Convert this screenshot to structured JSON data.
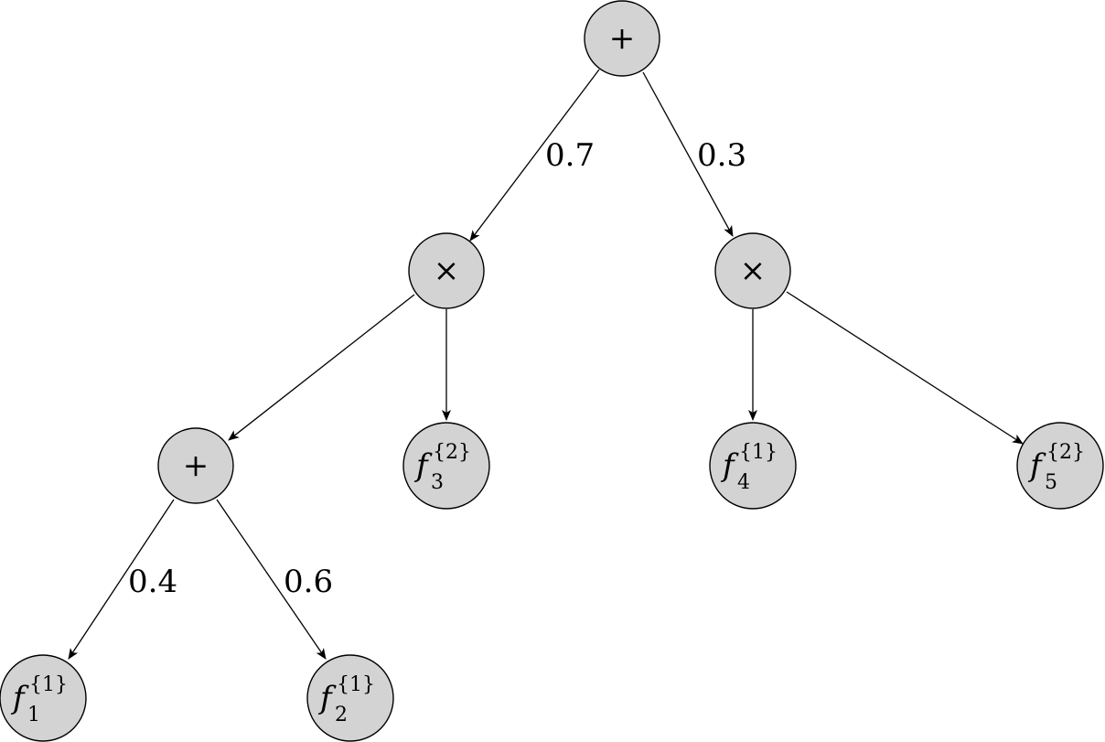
{
  "nodes": {
    "root": {
      "kind": "op",
      "symbol": "+"
    },
    "mul_l": {
      "kind": "op",
      "symbol": "×"
    },
    "mul_r": {
      "kind": "op",
      "symbol": "×"
    },
    "sum_l": {
      "kind": "op",
      "symbol": "+"
    },
    "f3": {
      "kind": "leaf",
      "base": "f",
      "sub": "3",
      "sup": "{2}"
    },
    "f4": {
      "kind": "leaf",
      "base": "f",
      "sub": "4",
      "sup": "{1}"
    },
    "f5": {
      "kind": "leaf",
      "base": "f",
      "sub": "5",
      "sup": "{2}"
    },
    "f1": {
      "kind": "leaf",
      "base": "f",
      "sub": "1",
      "sup": "{1}"
    },
    "f2": {
      "kind": "leaf",
      "base": "f",
      "sub": "2",
      "sup": "{1}"
    }
  },
  "edges": [
    {
      "from": "root",
      "to": "mul_l",
      "weight": "0.7"
    },
    {
      "from": "root",
      "to": "mul_r",
      "weight": "0.3"
    },
    {
      "from": "mul_l",
      "to": "sum_l",
      "weight": ""
    },
    {
      "from": "mul_l",
      "to": "f3",
      "weight": ""
    },
    {
      "from": "mul_r",
      "to": "f4",
      "weight": ""
    },
    {
      "from": "mul_r",
      "to": "f5",
      "weight": ""
    },
    {
      "from": "sum_l",
      "to": "f1",
      "weight": "0.4"
    },
    {
      "from": "sum_l",
      "to": "f2",
      "weight": "0.6"
    }
  ],
  "colors": {
    "node_fill": "#d3d3d3",
    "stroke": "#000000"
  }
}
